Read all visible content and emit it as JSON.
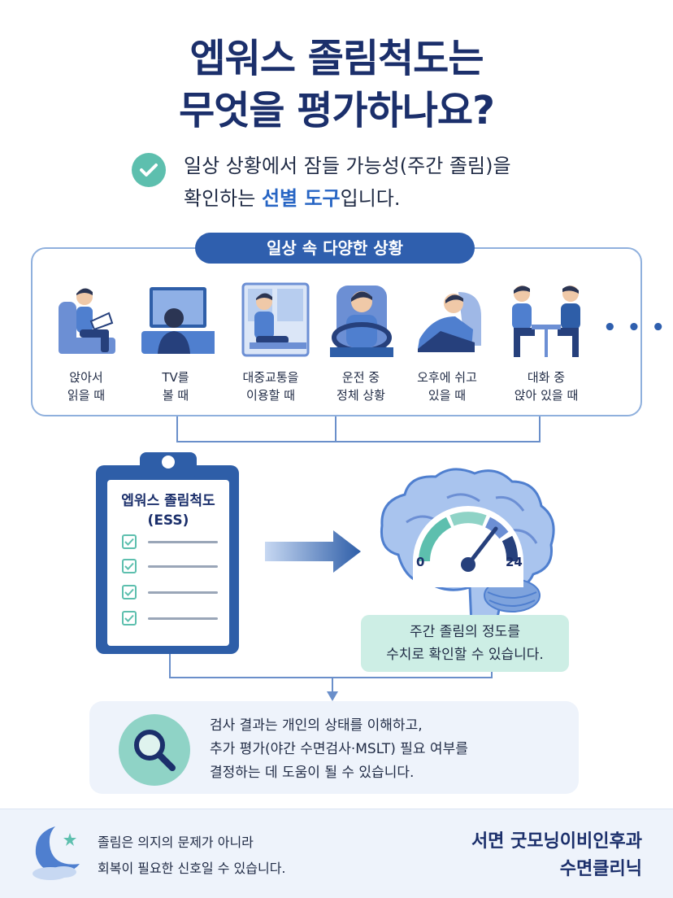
{
  "header": {
    "title_line1": "엡워스 졸림척도는",
    "title_line2": "무엇을 평가하나요?"
  },
  "intro": {
    "line1": "일상 상황에서 잠들 가능성(주간 졸림)을",
    "line2_pre": "확인하는 ",
    "line2_highlight": "선별 도구",
    "line2_post": "입니다."
  },
  "situations": {
    "header": "일상 속 다양한 상황",
    "items": [
      {
        "label": "앉아서\n읽을 때",
        "icon": "reading-person-icon"
      },
      {
        "label": "TV를\n볼 때",
        "icon": "tv-watching-icon"
      },
      {
        "label": "대중교통을\n이용할 때",
        "icon": "public-transport-icon"
      },
      {
        "label": "운전 중\n정체 상황",
        "icon": "driving-icon"
      },
      {
        "label": "오후에 쉬고\n있을 때",
        "icon": "resting-icon"
      },
      {
        "label": "대화 중\n앉아 있을 때",
        "icon": "conversation-icon"
      }
    ],
    "more": "• • •"
  },
  "clipboard": {
    "title": "엡워스 졸림척도\n(ESS)"
  },
  "gauge": {
    "min_label": "0",
    "max_label": "24"
  },
  "result": {
    "line1": "주간 졸림의 정도를",
    "line2": "수치로 확인할 수 있습니다."
  },
  "bottom": {
    "line1": "검사 결과는 개인의 상태를 이해하고,",
    "line2": "추가 평가(야간 수면검사·MSLT) 필요 여부를",
    "line3": "결정하는 데 도움이 될 수 있습니다."
  },
  "footer": {
    "line1": "졸림은 의지의 문제가 아니라",
    "line2": "회복이 필요한 신호일 수 있습니다.",
    "clinic_line1": "서면 굿모닝이비인후과",
    "clinic_line2": "수면클리닉"
  },
  "colors": {
    "navy": "#1b2f6b",
    "blue": "#2f5fae",
    "highlight": "#2765c4",
    "mint": "#5dbfae",
    "light_bg": "#eef3fb"
  }
}
